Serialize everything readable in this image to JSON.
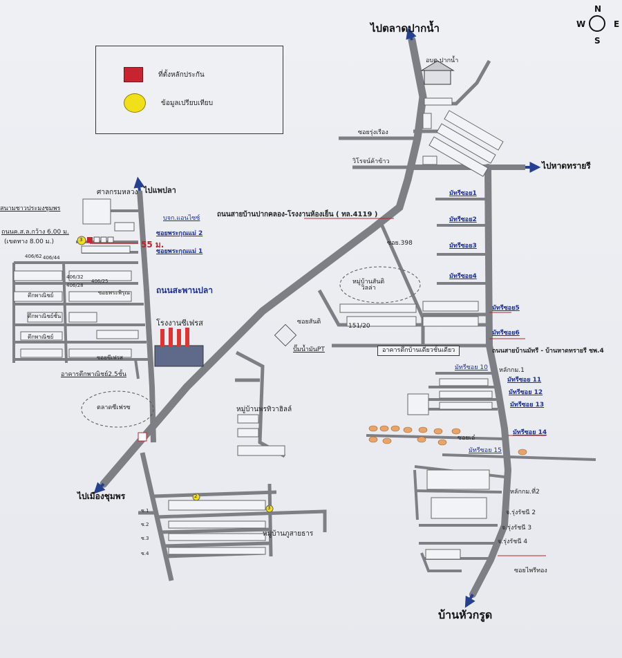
{
  "legend": {
    "collateral_label": "ที่ตั้งหลักประกัน",
    "collateral_color": "#c8242f",
    "comparison_label": "ข้อมูลเปรียบเทียบ",
    "comparison_color": "#f1df1a"
  },
  "compass": {
    "n": "N",
    "s": "S",
    "e": "E",
    "w": "W"
  },
  "destinations": {
    "top": "ไปตลาดปากน้ำ",
    "east": "ไปหาดทรายรี",
    "west_top": "ไปแพปลา",
    "southwest": "ไปเมืองชุมพร",
    "south": "บ้านหัวกรูด"
  },
  "labels": {
    "obt": "อบต.ปากน้ำ",
    "soi_rung_rueang": "ซอยรุ่งเรือง",
    "school": "วิโรจน์ค้าข้าว",
    "main_road": "ถนนสายบ้านปากคลอง-โรงงานห้องเย็น ( ทล.4119 )",
    "soi_398": "ซอย.398",
    "village_central": "หมู่บ้านสันติ\nวิลล่า",
    "soi_santi": "ซอยสันติ",
    "num_151": "151/20",
    "pt": "ปั๊มน้ำมันPT",
    "shophouse_right": "อาคารตึกบ้านเดี่ยวชั้นเดียว",
    "road_right": "ถนนสายบ้านมัทรี - บ้านหาดทรายรี ชพ.4",
    "court": "ศาลกรมหลวง",
    "sanam": "สนามชาวประมงชุมพร",
    "bkk": "บจก.แอนไซซ์",
    "road_width": "ถนนค.ส.ล.กว้าง 6.00 ม.",
    "road_width2": "(เขตทาง 8.00 ม.)",
    "dist": "55 ม.",
    "soi_pk2": "ซอยพระกุณแม่ 2",
    "soi_pk1": "ซอยพระกุณแม่ 1",
    "n406_62": "406/62",
    "n406_44": "406/44",
    "n406_32": "406/32",
    "n406_28": "406/28",
    "n406_25": "406/25",
    "road_sapan": "ถนนสะพานปลา",
    "soi_saphan": "ซอยพระพิรุณ",
    "tuek1": "ตึกพาณิชย์",
    "tuek2": "ตึกพาณิชย์ชั้น",
    "tuek3": "ตึกพาณิชย์",
    "factory": "โรงงานซีเฟรส",
    "soi_factory": "ซอยซีเฟรส",
    "shophouse_left": "อาคารตึกพาณิชย์2.5ชั้น",
    "market": "ตลาดซีเฟรซ",
    "village_sw": "หมู่บ้านพรทิวาฮิลล์",
    "village_s": "หมู่บ้านภูสายธาร",
    "s1": "ซ.1",
    "s2": "ซ.2",
    "s3": "ซ.3",
    "s4": "ซ.4",
    "m1": "มัทรีซอย1",
    "m2": "มัทรีซอย2",
    "m3": "มัทรีซอย3",
    "m4": "มัทรีซอย4",
    "m5": "มัทรีซอย5",
    "m6": "มัทรีซอย6",
    "m10": "มัทรีซอย 10",
    "m11": "มัทรีซอย 11",
    "m12": "มัทรีซอย 12",
    "m13": "มัทรีซอย 13",
    "m14": "มัทรีซอย 14",
    "m15": "มัทรีซอย 15",
    "km1": "หลักกม.1",
    "km2": "หลักกม.ที่2",
    "rung2": "จ.รุ่งรัชนี 2",
    "rung3": "จ.รุ่งรัชนี 3",
    "rung4": "จ.รุ่งรัชนี 4",
    "soi_phai": "ซอยไพรีทอง",
    "soi_aeo": "ซอยเอ๋",
    "badge_a": "3",
    "badge_b": "2",
    "badge_c": "3"
  }
}
